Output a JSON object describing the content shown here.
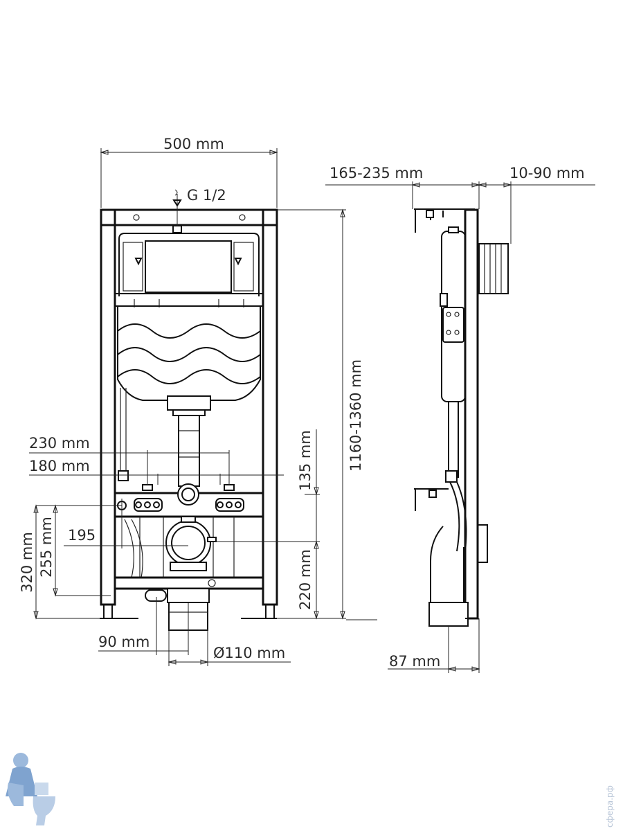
{
  "dimensions": {
    "width_top": "500 mm",
    "water_inlet": "G 1/2",
    "height_range": "1160-1360 mm",
    "d230": "230 mm",
    "d180": "180 mm",
    "d135": "135 mm",
    "d195": "195",
    "d320": "320 mm",
    "d255": "255 mm",
    "d220": "220 mm",
    "d90": "90 mm",
    "d110": "Ø110 mm",
    "side_depth": "165-235 mm",
    "side_wall": "10-90 mm",
    "side_87": "87 mm"
  },
  "watermark": "сфера.рф",
  "colors": {
    "line": "#111111",
    "text": "#2a2a2a",
    "logo": "#7fa3cf"
  }
}
